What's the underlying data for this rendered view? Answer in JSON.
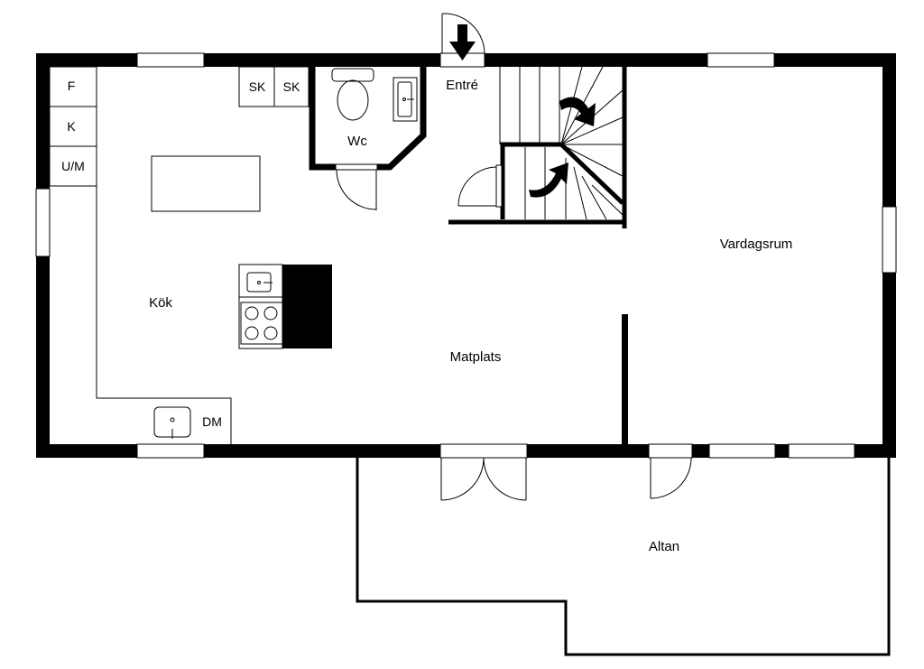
{
  "floorplan": {
    "rooms": {
      "kok": "Kök",
      "matplats": "Matplats",
      "vardagsrum": "Vardagsrum",
      "entre": "Entré",
      "wc": "Wc",
      "altan": "Altan"
    },
    "fixtures": {
      "fridge": "F",
      "freezer": "K",
      "washer": "U/M",
      "closet_1": "SK",
      "closet_2": "SK",
      "dishwasher": "DM"
    }
  },
  "colors": {
    "wall": "#000000",
    "line": "#000000",
    "background": "#ffffff"
  },
  "icons": {
    "entrance_arrow": "arrow-down-icon",
    "stair_arrows": "curved-arrow-icon"
  }
}
